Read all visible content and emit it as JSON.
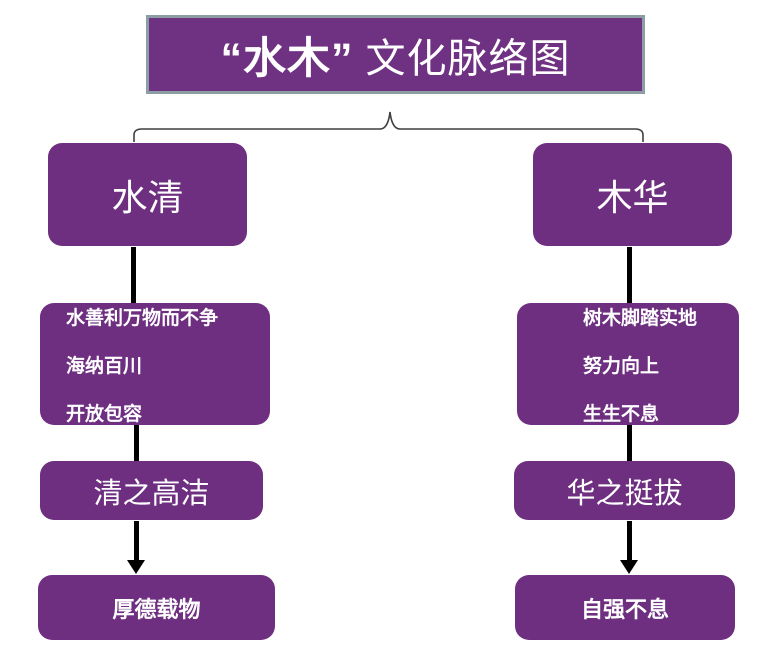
{
  "title": {
    "emphasis": "“水木”",
    "text": "文化脉络图"
  },
  "columns": [
    {
      "header": "水清",
      "details": [
        "水善利万物而不争",
        "海纳百川",
        "开放包容"
      ],
      "quality": "清之高洁",
      "motto": "厚德载物"
    },
    {
      "header": "木华",
      "details": [
        "树木脚踏实地",
        "努力向上",
        "生生不息"
      ],
      "quality": "华之挺拔",
      "motto": "自强不息"
    }
  ],
  "colors": {
    "node_fill": "#6E2F80",
    "title_fill": "#6F3181",
    "title_border": "#8C9DA3",
    "connector": "#000000",
    "brace": "#3F3F3F",
    "text": "#FFFFFF"
  }
}
